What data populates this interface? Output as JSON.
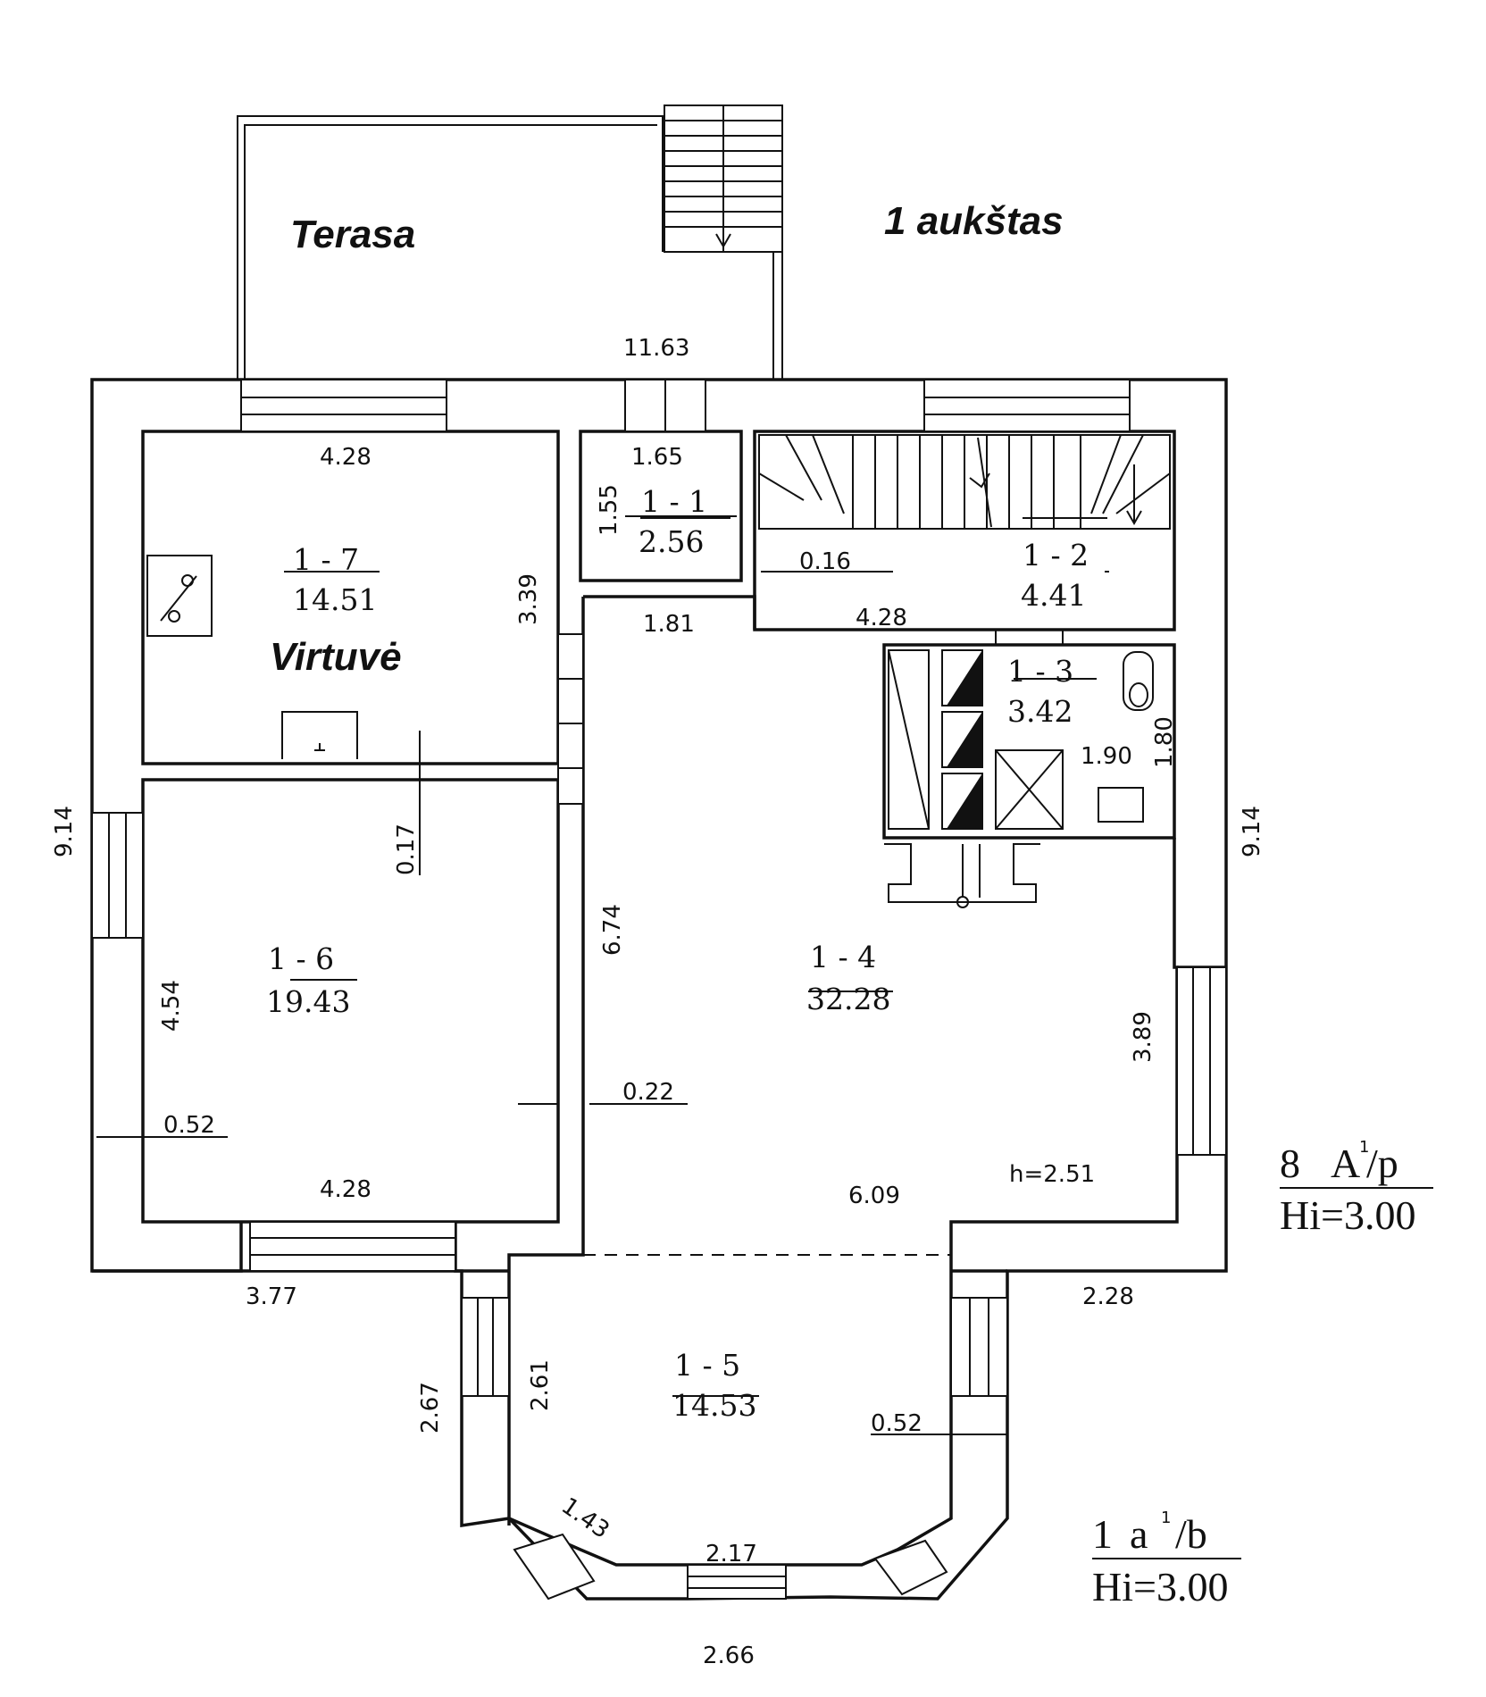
{
  "labels": {
    "terrace": "Terasa",
    "floor": "1 aukštas",
    "kitchen": "Virtuvė"
  },
  "rooms": [
    {
      "id": "1 - 1",
      "area": "2.56"
    },
    {
      "id": "1 - 2",
      "area": "4.41"
    },
    {
      "id": "1 - 3",
      "area": "3.42"
    },
    {
      "id": "1 - 4",
      "area": "32.28"
    },
    {
      "id": "1 - 5",
      "area": "14.53"
    },
    {
      "id": "1 - 6",
      "area": "19.43"
    },
    {
      "id": "1 - 7",
      "area": "14.51"
    }
  ],
  "dimensions": {
    "top_overall": "11.63",
    "r17_width": "4.28",
    "r17_height": "3.39",
    "r11_width": "1.65",
    "r11_height": "1.55",
    "r11_bottom": "1.81",
    "r12_offset": "0.16",
    "r12_width": "4.28",
    "r13_width": "1.90",
    "r13_height": "1.80",
    "left_overall": "9.14",
    "right_overall": "9.14",
    "partition": "0.17",
    "r14_height": "6.74",
    "r16_height": "4.54",
    "r16_wall": "0.52",
    "r14_wall": "0.22",
    "r16_width": "4.28",
    "r14_width": "6.09",
    "ceiling": "h=2.51",
    "right_window": "3.89",
    "bottom_left": "3.77",
    "bottom_right": "2.28",
    "bay_left_outer": "2.67",
    "bay_left_inner": "2.61",
    "bay_wall": "0.52",
    "bay_diag": "1.43",
    "bay_inner": "2.17",
    "bay_outer": "2.66"
  },
  "stamps": {
    "main_code_num": "8",
    "main_code_letter": "A",
    "main_code_sup": "1",
    "main_code_tail": "/p",
    "main_height": "Hi=3.00",
    "bay_code_num": "1",
    "bay_code_letter": "a",
    "bay_code_sup": "1",
    "bay_code_tail": "/b",
    "bay_height": "Hi=3.00"
  }
}
